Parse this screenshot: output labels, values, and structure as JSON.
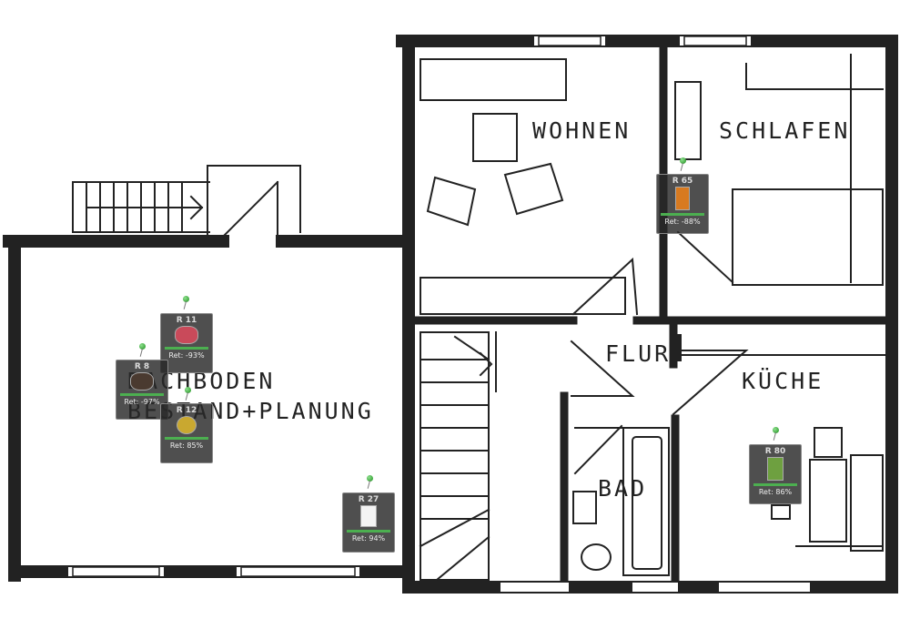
{
  "rooms": {
    "wohnen": "WOHNEN",
    "schlafen": "SCHLAFEN",
    "flur": "FLUR",
    "kueche": "KÜCHE",
    "bad": "BAD",
    "dachboden": "DACHBODEN",
    "bestand": "BESTAND+PLANUNG"
  },
  "markers": [
    {
      "id": "r11",
      "title": "R 11",
      "ret": "Ret: -93%",
      "thumb_color": "#c94a5a"
    },
    {
      "id": "r8",
      "title": "R 8",
      "ret": "Ret: -97%",
      "thumb_color": "#4a3a30"
    },
    {
      "id": "r12",
      "title": "R 12",
      "ret": "Ret: 85%",
      "thumb_color": "#c9a830"
    },
    {
      "id": "r27",
      "title": "R 27",
      "ret": "Ret: 94%",
      "thumb_color": "#f4f4f4"
    },
    {
      "id": "r65",
      "title": "R 65",
      "ret": "Ret: -88%",
      "thumb_color": "#d87a20"
    },
    {
      "id": "r80",
      "title": "R 80",
      "ret": "Ret: 86%",
      "thumb_color": "#6ea040"
    }
  ],
  "colors": {
    "pin": "#1b8f1b",
    "bar": "#4caf50",
    "marker_bg": "#3a3a3a"
  }
}
